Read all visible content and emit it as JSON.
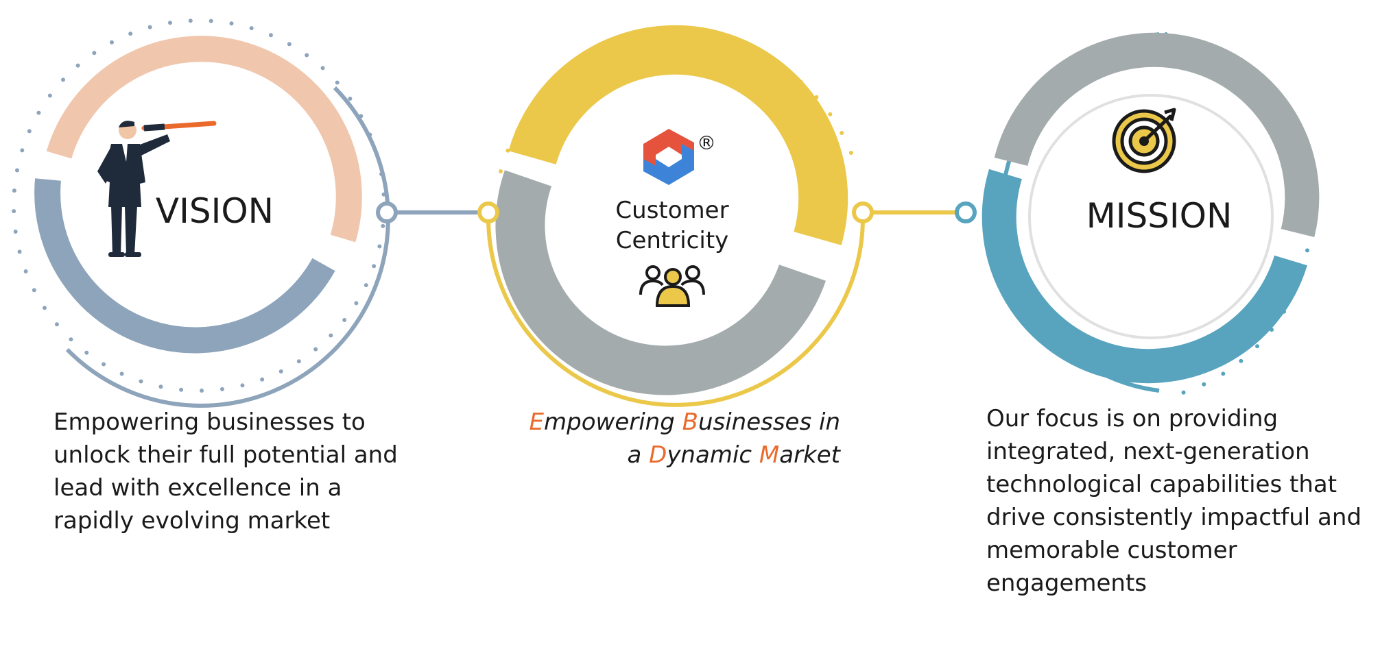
{
  "vision": {
    "title": "VISION",
    "description": "Empowering businesses to unlock their full potential and lead with excellence in a rapidly evolving market"
  },
  "center": {
    "title_line1": "Customer",
    "title_line2": "Centricity",
    "registered_mark": "®",
    "tagline": {
      "line1": [
        {
          "accent": "E",
          "rest": "mpowering "
        },
        {
          "accent": "B",
          "rest": "usinesses in"
        }
      ],
      "line2": [
        {
          "plain": "a "
        },
        {
          "accent": "D",
          "rest": "ynamic "
        },
        {
          "accent": "M",
          "rest": "arket"
        }
      ]
    }
  },
  "mission": {
    "title": "MISSION",
    "description": "Our focus is on providing integrated, next-generation technological capabilities that drive consistently impactful and memorable customer engagements"
  },
  "icons": {
    "vision": "telescope-person-icon",
    "center_logo": "hexagon-s-logo-icon",
    "center_people": "people-group-icon",
    "mission": "target-arrow-icon"
  },
  "colors": {
    "vision_peach": "#f0c6ad",
    "vision_blue": "#8da4bb",
    "center_yellow": "#ebc84a",
    "center_grey": "#a4abad",
    "mission_grey": "#a4abad",
    "mission_teal": "#58a4bf",
    "accent_orange": "#ea6a2c",
    "logo_red": "#e5533c",
    "logo_blue": "#3d84d8"
  }
}
